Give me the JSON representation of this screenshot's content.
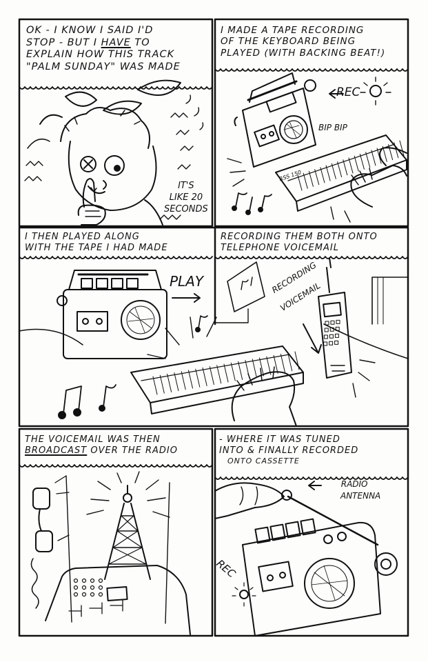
{
  "comic": {
    "panel1": {
      "caption": {
        "l1": "OK - I KNOW I SAID I'D",
        "l2": "STOP - BUT I",
        "l2_emph": "HAVE",
        "l2_end": "TO",
        "l3": "EXPLAIN HOW THIS TRACK",
        "l4": "\"PALM SUNDAY\" WAS MADE"
      },
      "aside": {
        "l1": "IT'S",
        "l2": "LIKE 20",
        "l3": "SECONDS"
      }
    },
    "panel2": {
      "caption": {
        "l1": "I MADE A TAPE RECORDING",
        "l2": "OF THE KEYBOARD BEING",
        "l3": "PLAYED (WITH BACKING BEAT!)"
      },
      "rec": "REC",
      "bip": "BIP BIP",
      "keyboard_label": "RSS 150"
    },
    "panel3": {
      "caption": {
        "l1": "I THEN PLAYED ALONG",
        "l2": "WITH THE TAPE I HAD MADE"
      },
      "play": "PLAY"
    },
    "panel4": {
      "caption": {
        "l1": "RECORDING THEM BOTH ONTO",
        "l2": "TELEPHONE VOICEMAIL"
      },
      "sfx1": "RECORDING",
      "sfx2": "VOICEMAIL"
    },
    "panel5": {
      "caption": {
        "l1": "THE VOICEMAIL WAS THEN",
        "l2_emph": "BROADCAST",
        "l2_end": "OVER THE RADIO"
      }
    },
    "panel6": {
      "caption": {
        "l1": "- WHERE IT WAS TUNED",
        "l2": "INTO & FINALLY RECORDED",
        "l3": "ONTO CASSETTE"
      },
      "antenna": {
        "l1": "RADIO",
        "l2": "ANTENNA"
      },
      "rec": "REC"
    }
  }
}
